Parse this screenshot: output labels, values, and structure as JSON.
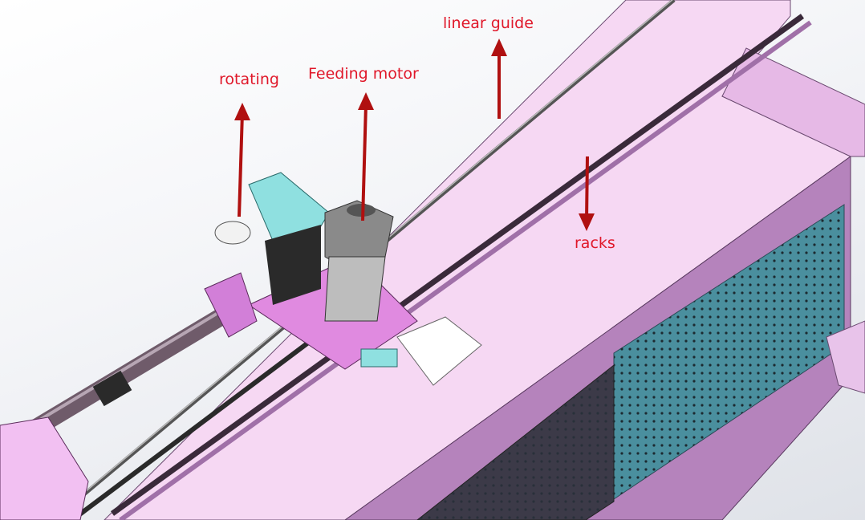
{
  "labels": {
    "linear_guide": "linear guide",
    "rotating": "rotating",
    "feeding_motor": "Feeding motor",
    "racks": "racks"
  },
  "colors": {
    "label_text": "#e0182a",
    "arrow": "#b01010",
    "table_top": "#f5d3f1",
    "table_side": "#b27fb8",
    "panel_teal": "#4a8f9e",
    "panel_dark": "#3c3a48"
  }
}
